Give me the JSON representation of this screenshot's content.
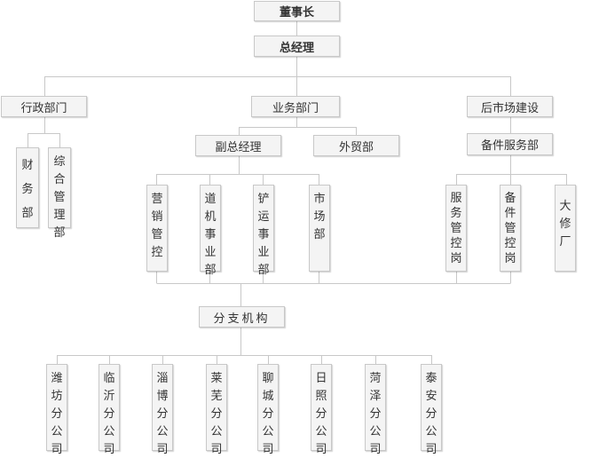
{
  "org": {
    "chairman": "董事长",
    "general_manager": "总经理",
    "admin_dept": "行政部门",
    "business_dept": "业务部门",
    "aftermarket_dept": "后市场建设",
    "finance": "财务部",
    "general_mgmt": "综合管理部",
    "deputy_gm": "副总经理",
    "foreign_trade": "外贸部",
    "parts_service": "备件服务部",
    "marketing_ctrl": "营销管控",
    "road_machinery": "道机事业部",
    "loader_business": "铲运事业部",
    "market": "市场部",
    "service_ctrl": "服务管控岗",
    "parts_ctrl": "备件管控岗",
    "overhaul": "大修厂",
    "branches": "分支机构",
    "branch_list": [
      "潍坊分公司",
      "临沂分公司",
      "淄博分公司",
      "莱芜分公司",
      "聊城分公司",
      "日照分公司",
      "菏泽分公司",
      "泰安分公司"
    ]
  },
  "colors": {
    "box_fill": "#f4f4f4",
    "box_border": "#c8c8c8",
    "line": "#c8c8c8",
    "text": "#333333"
  }
}
